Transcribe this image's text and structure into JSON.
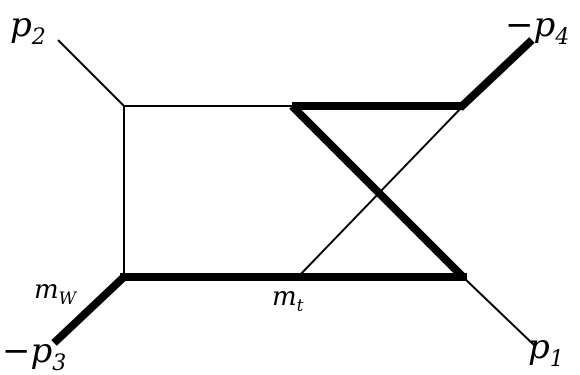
{
  "diagram": {
    "labels": {
      "p2": {
        "base": "p",
        "sub": "2",
        "prefix": ""
      },
      "p4": {
        "base": "p",
        "sub": "4",
        "prefix": "−"
      },
      "p3": {
        "base": "p",
        "sub": "3",
        "prefix": "−"
      },
      "p1": {
        "base": "p",
        "sub": "1",
        "prefix": ""
      },
      "mW": {
        "base": "m",
        "sub": "W",
        "prefix": ""
      },
      "mt": {
        "base": "m",
        "sub": "t",
        "prefix": ""
      }
    },
    "line_color": "#000000"
  }
}
